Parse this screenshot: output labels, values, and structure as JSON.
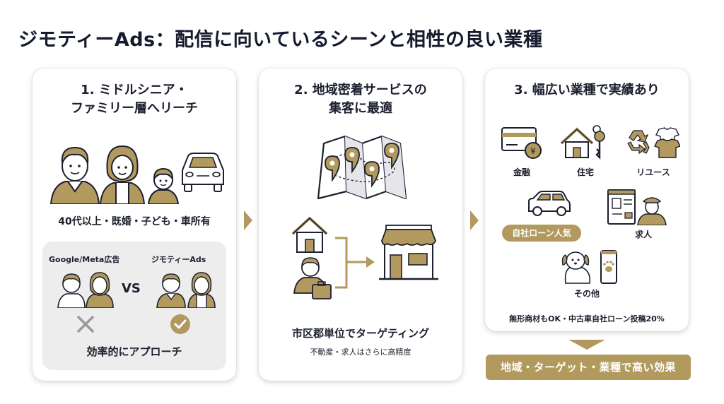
{
  "title": "ジモティーAds：配信に向いているシーンと相性の良い業種",
  "colors": {
    "accent": "#b29a5f",
    "text": "#1b1f2e",
    "panel": "#ededed",
    "card_bg": "#ffffff"
  },
  "cards": [
    {
      "heading_line1": "1. ミドルシニア・",
      "heading_line2": "ファミリー層へリーチ",
      "icons": [
        "senior-man-icon",
        "senior-woman-icon",
        "child-icon",
        "car-icon"
      ],
      "caption": "40代以上・既婚・子ども・車所有",
      "comparison": {
        "left_label": "Google/Meta広告",
        "right_label": "ジモティーAds",
        "vs": "VS",
        "left_result_icon": "cross-icon",
        "right_result_icon": "check-icon",
        "footer": "効率的にアプローチ"
      }
    },
    {
      "heading_line1": "2. 地域密着サービスの",
      "heading_line2": "集客に最適",
      "icons": [
        "map-pins-icon",
        "house-icon",
        "businessman-icon",
        "storefront-icon"
      ],
      "caption": "市区郡単位でターゲティング",
      "subcaption": "不動産・求人はさらに高精度"
    },
    {
      "heading_line1": "3. 幅広い業種で実績あり",
      "industries": [
        {
          "label": "金融",
          "icon": "credit-card-yen-icon"
        },
        {
          "label": "住宅",
          "icon": "house-key-icon"
        },
        {
          "label": "リユース",
          "icon": "recycle-clothes-icon"
        },
        {
          "label": "自社ローン人気",
          "icon": "car-icon",
          "highlight": true
        },
        {
          "label": "求人",
          "icon": "resume-worker-icon"
        },
        {
          "label": "その他",
          "icon": "dog-phone-icon"
        }
      ],
      "caption": "無形商材もOK・中古車自社ローン投稿20%"
    }
  ],
  "result": "地域・ターゲット・業種で高い効果"
}
